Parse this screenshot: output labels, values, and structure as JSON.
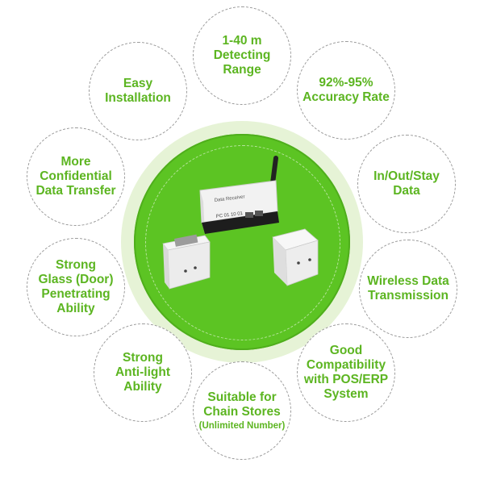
{
  "features": [
    {
      "id": "range",
      "label": "1-40 m\nDetecting Range"
    },
    {
      "id": "accuracy",
      "label": "92%-95%\nAccuracy Rate"
    },
    {
      "id": "inout",
      "label": "In/Out/Stay\nData"
    },
    {
      "id": "wireless",
      "label": "Wireless Data\nTransmission"
    },
    {
      "id": "compat",
      "label": "Good\nCompatibility\nwith POS/ERP\nSystem"
    },
    {
      "id": "chain",
      "label": "Suitable for\nChain Stores",
      "sub": "(Unlimited Number)"
    },
    {
      "id": "antilight",
      "label": "Strong\nAnti-light\nAbility"
    },
    {
      "id": "glass",
      "label": "Strong\nGlass (Door)\nPenetrating\nAbility"
    },
    {
      "id": "confidential",
      "label": "More\nConfidential\nData Transfer"
    },
    {
      "id": "install",
      "label": "Easy\nInstallation"
    }
  ],
  "device": {
    "receiver_label": "Data Receiver",
    "receiver_line2": "PC  01   10 01"
  },
  "colors": {
    "accent_green": "#5cc423",
    "label_green": "#5cb521",
    "halo": "#e6f3d6",
    "dash": "#9a9a9a"
  }
}
